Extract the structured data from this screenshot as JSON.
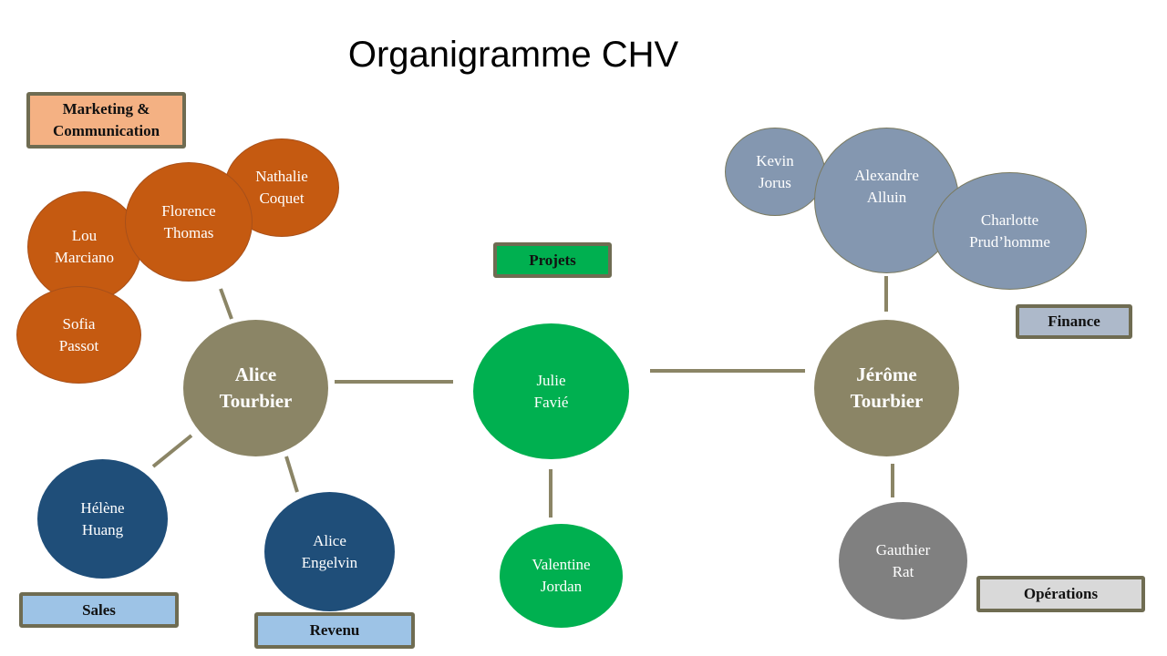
{
  "title": "Organigramme CHV",
  "colors": {
    "leadership": "#8b8566",
    "marketing": "#c55a11",
    "finance": "#8497b0",
    "sales": "#1f4e79",
    "projets": "#00b050",
    "operations": "#808080",
    "connector": "#8b8566",
    "label_border": "#6f6c52"
  },
  "labels": {
    "marketing": "Marketing  &\nCommunication",
    "finance": "Finance",
    "sales": "Sales",
    "revenu": "Revenu",
    "projets": "Projets",
    "operations": "Opérations"
  },
  "people": {
    "alice_tourbier": "Alice\nTourbier",
    "jerome_tourbier": "Jérôme\nTourbier",
    "julie_favie": "Julie\nFavié",
    "valentine_jordan": "Valentine\nJordan",
    "lou_marciano": "Lou\nMarciano",
    "florence_thomas": "Florence\nThomas",
    "nathalie_coquet": "Nathalie\nCoquet",
    "sofia_passot": "Sofia\nPassot",
    "helene_huang": "Hélène\nHuang",
    "alice_engelvin": "Alice\nEngelvin",
    "kevin_jorus": "Kevin\nJorus",
    "alexandre_alluin": "Alexandre\nAlluin",
    "charlotte_prudhomme": "Charlotte\nPrud’homme",
    "gauthier_rat": "Gauthier\nRat"
  }
}
